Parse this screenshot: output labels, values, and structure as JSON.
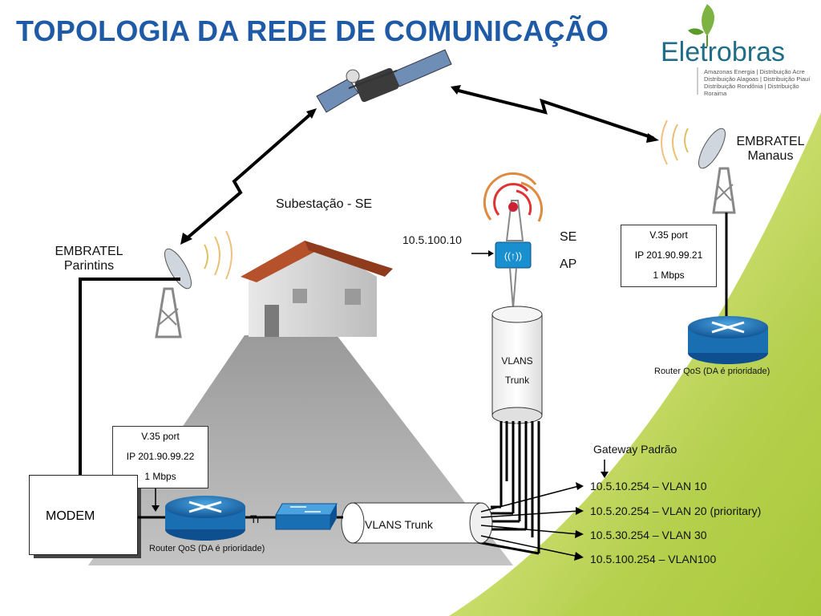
{
  "title": "TOPOLOGIA DA REDE DE COMUNICAÇÃO",
  "logo": {
    "name": "Eletrobras",
    "subtitle_line1": "Amazonas Energia | Distribuição Acre",
    "subtitle_line2": "Distribuição Alagoas | Distribuição Piauí",
    "subtitle_line3": "Distribuição Rondônia | Distribuição Roraima"
  },
  "sites": {
    "parintins_line1": "EMBRATEL",
    "parintins_line2": "Parintins",
    "manaus_line1": "EMBRATEL",
    "manaus_line2": "Manaus",
    "substation": "Subestação - SE"
  },
  "ap": {
    "ip": "10.5.100.10",
    "label_line1": "SE",
    "label_line2": "AP"
  },
  "trunk_vertical": {
    "line1": "VLANS",
    "line2": "Trunk"
  },
  "trunk_horizontal": "VLANS Trunk",
  "left_port": {
    "line1": "V.35 port",
    "line2": "IP 201.90.99.22",
    "line3": "1 Mbps"
  },
  "right_port": {
    "line1": "V.35 port",
    "line2": "IP 201.90.99.21",
    "line3": "1 Mbps"
  },
  "modem": "MODEM",
  "router_left_caption": "Router QoS (DA é prioridade)",
  "router_right_caption": "Router QoS (DA é prioridade)",
  "switch_label": "Tr",
  "gateway": "Gateway Padrão",
  "vlans": [
    "10.5.10.254 – VLAN 10",
    "10.5.20.254 – VLAN 20 (prioritary)",
    "10.5.30.254 – VLAN 30",
    "10.5.100.254 – VLAN100"
  ],
  "colors": {
    "title": "#1f5aa6",
    "green_band": "#a5c63b",
    "router_blue": "#1a6fb3"
  }
}
